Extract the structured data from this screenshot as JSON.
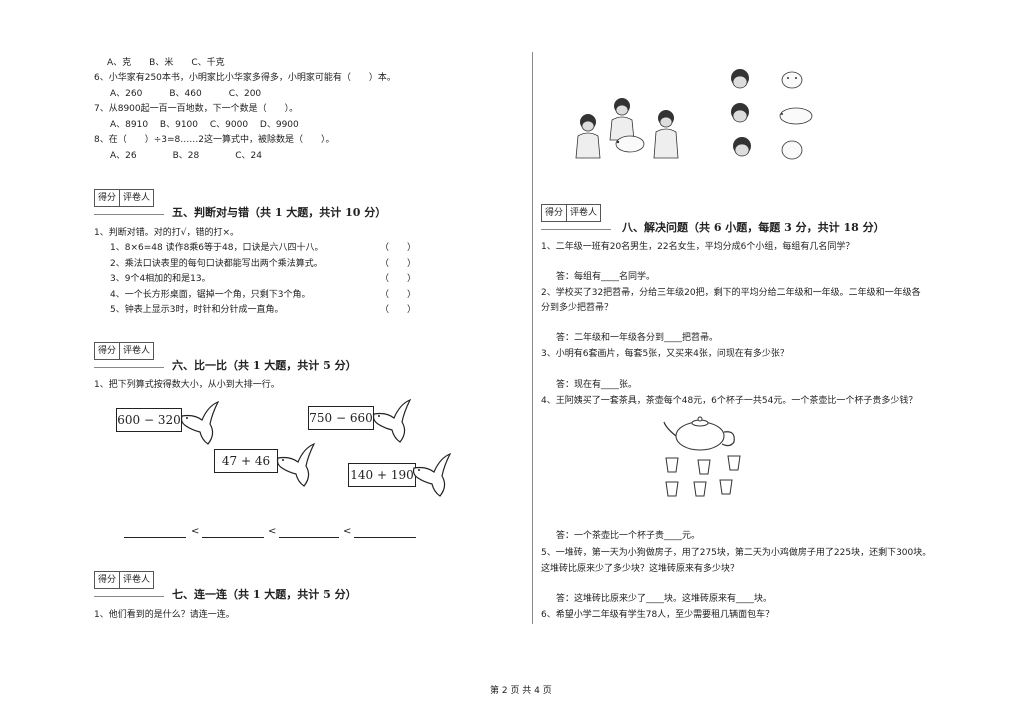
{
  "left": {
    "q4_options": "A、克　　B、米　　C、千克",
    "q6": "6、小华家有250本书，小明家比小华家多得多，小明家可能有（　　）本。",
    "q6_options": "A、260　　　B、460　　　C、200",
    "q7": "7、从8900起一百一百地数，下一个数是（　　）。",
    "q7_options": "A、8910　 B、9100　 C、9000　 D、9900",
    "q8": "8、在（　　）÷3=8……2这一算式中，被除数是（　　）。",
    "q8_options": "A、26　　　　B、28　　　　C、24",
    "sec5": {
      "score_label": "得分",
      "reviewer_label": "评卷人",
      "title": "五、判断对与错（共 1 大题，共计 10 分）",
      "intro": "1、判断对错。对的打√，错的打×。",
      "items": [
        {
          "text": "1、8×6=48 读作8乘6等于48，口诀是六八四十八。",
          "bracket": "（　　）"
        },
        {
          "text": "2、乘法口诀表里的每句口诀都能写出两个乘法算式。",
          "bracket": "（　　）"
        },
        {
          "text": "3、9个4相加的和是13。",
          "bracket": "（　　）"
        },
        {
          "text": "4、一个长方形桌面，锯掉一个角，只剩下3个角。",
          "bracket": "（　　）"
        },
        {
          "text": "5、钟表上显示3时，时针和分针成一直角。",
          "bracket": "（　　）"
        }
      ]
    },
    "sec6": {
      "score_label": "得分",
      "reviewer_label": "评卷人",
      "title": "六、比一比（共 1 大题，共计 5 分）",
      "intro": "1、把下列算式按得数大小，从小到大排一行。",
      "expressions": [
        "600 − 320",
        "750 − 660",
        "47 + 46",
        "140 + 190"
      ],
      "lt": "<"
    },
    "sec7": {
      "score_label": "得分",
      "reviewer_label": "评卷人",
      "title": "七、连一连（共 1 大题，共计 5 分）",
      "intro": "1、他们看到的是什么？请连一连。"
    }
  },
  "right": {
    "sec8": {
      "score_label": "得分",
      "reviewer_label": "评卷人",
      "title": "八、解决问题（共 6 小题，每题 3 分，共计 18 分）",
      "q1": "1、二年级一班有20名男生，22名女生，平均分成6个小组，每组有几名同学？",
      "a1": "答：每组有____名同学。",
      "q2a": "2、学校买了32把苕帚，分给三年级20把，剩下的平均分给二年级和一年级。二年级和一年级各",
      "q2b": "分到多少把苕帚？",
      "a2": "答：二年级和一年级各分到____把苕帚。",
      "q3": "3、小明有6套画片，每套5张，又买来4张，问现在有多少张？",
      "a3": "答：现在有____张。",
      "q4": "4、王阿姨买了一套茶具，茶壶每个48元，6个杯子一共54元。一个茶壶比一个杯子贵多少钱？",
      "a4": "答：一个茶壶比一个杯子贵____元。",
      "q5a": "5、一堆砖，第一天为小狗做房子，用了275块，第二天为小鸡做房子用了225块，还剩下300块。",
      "q5b": "这堆砖比原来少了多少块？这堆砖原来有多少块？",
      "a5": "答：这堆砖比原来少了____块。这堆砖原来有____块。",
      "q6": "6、希望小学二年级有学生78人，至少需要租几辆面包车？"
    }
  },
  "footer": "第 2 页 共 4 页"
}
